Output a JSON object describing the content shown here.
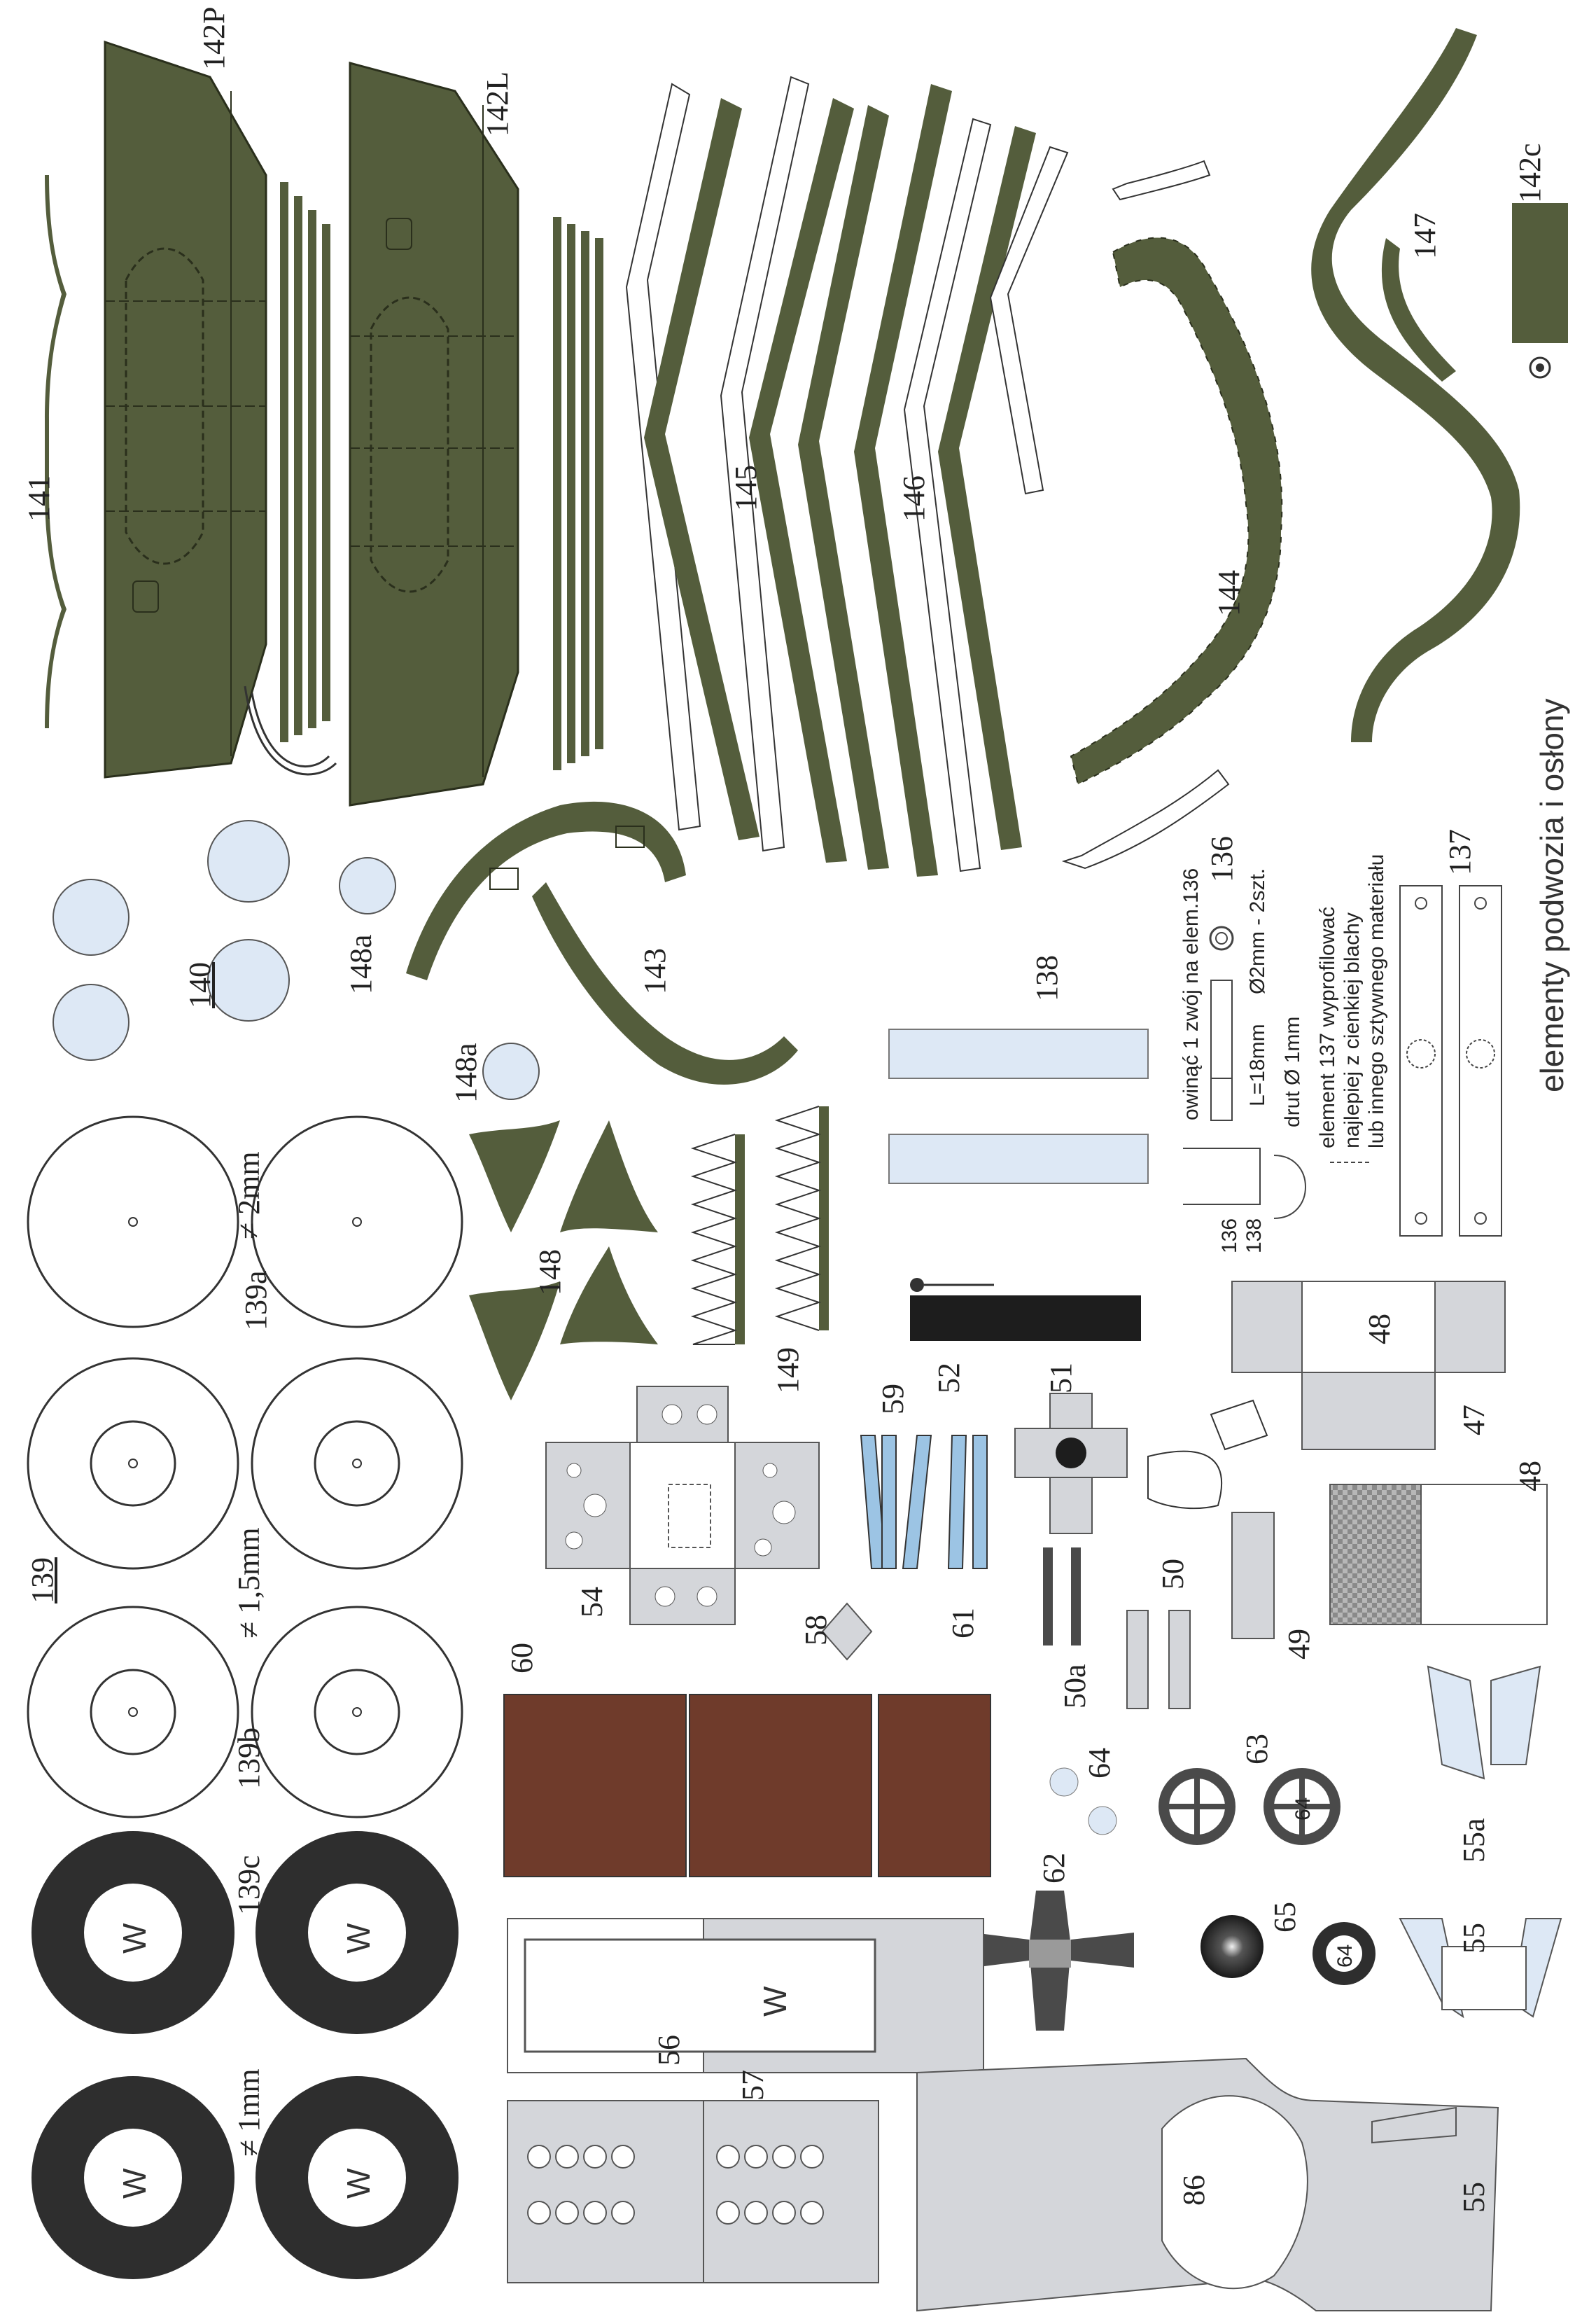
{
  "colors": {
    "olive": "#545d3c",
    "olive_dark": "#464e30",
    "light_blue": "#dde8f5",
    "sky_blue": "#9cc4e4",
    "grey": "#d4d6da",
    "dark_grey": "#4a4a4a",
    "tyre": "#2e2e2e",
    "brown": "#6f3b2b",
    "black": "#1d1d1d"
  },
  "title": "elementy podwozia i osłony",
  "labels": {
    "p141": "141",
    "p142P": "142P",
    "p142L": "142L",
    "p142c": "142c",
    "p143": "143",
    "p144": "144",
    "p145": "145",
    "p146": "146",
    "p147": "147",
    "p148": "148",
    "p148a_top": "148a",
    "p148a_bottom": "148a",
    "p149": "149",
    "p140": "140",
    "p139a": "139a",
    "p139": "139",
    "p139b": "139b",
    "p139c": "139c",
    "p138": "138",
    "p137": "137",
    "p136": "136",
    "p60": "60",
    "p59": "59",
    "p58": "58",
    "p61": "61",
    "p54": "54",
    "p52": "52",
    "p51": "51",
    "p50": "50",
    "p50a": "50a",
    "p49": "49",
    "p48_top": "48",
    "p48_bottom": "48",
    "p47": "47",
    "p55": "55",
    "p55b": "55",
    "p55a": "55a",
    "p56": "56",
    "p57": "57",
    "p62": "62",
    "p63": "63",
    "p64": "64",
    "p65": "65",
    "p86": "86",
    "thick_2mm": "≠ 2mm",
    "thick_15mm": "≠ 1,5mm",
    "thick_1mm": "≠ 1mm",
    "wheel_mark": "W",
    "disc_mark": "64"
  },
  "notes": {
    "wind": "owinąć 1 zwój na elem.136",
    "spec_length": "L=18mm",
    "spec_dia": "Ø2mm - 2szt.",
    "wire": "drut Ø 1mm",
    "elem137_line1": "element 137 wyprofilować",
    "elem137_line2": "najlepiej z cienkiej blachy",
    "elem137_line3": "lub innego sztywnego materiału",
    "ref136": "136",
    "ref138": "138"
  }
}
